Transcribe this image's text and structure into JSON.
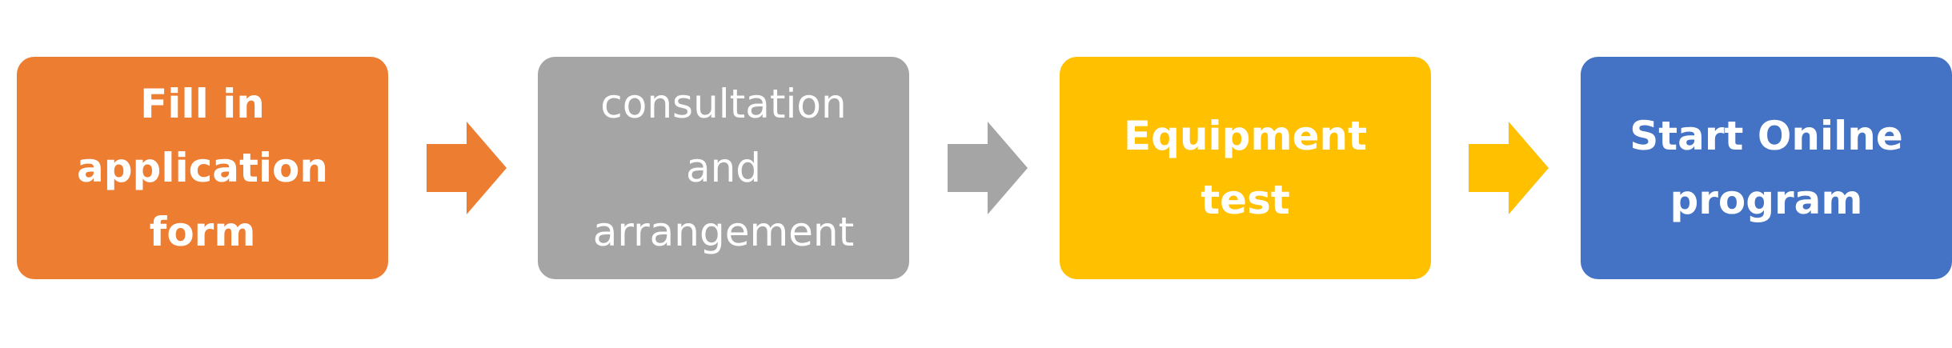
{
  "flow": {
    "steps": [
      {
        "label": "Fill in\napplication form",
        "color": "#ED7D31"
      },
      {
        "label": "consultation and\narrangement",
        "color": "#A5A5A5"
      },
      {
        "label": "Equipment test",
        "color": "#FFC000"
      },
      {
        "label": "Start Onilne\nprogram",
        "color": "#4472C4"
      }
    ],
    "arrows": [
      {
        "icon": "right-arrow-icon",
        "color": "#ED7D31"
      },
      {
        "icon": "right-arrow-icon",
        "color": "#A5A5A5"
      },
      {
        "icon": "right-arrow-icon",
        "color": "#FFC000"
      }
    ]
  }
}
